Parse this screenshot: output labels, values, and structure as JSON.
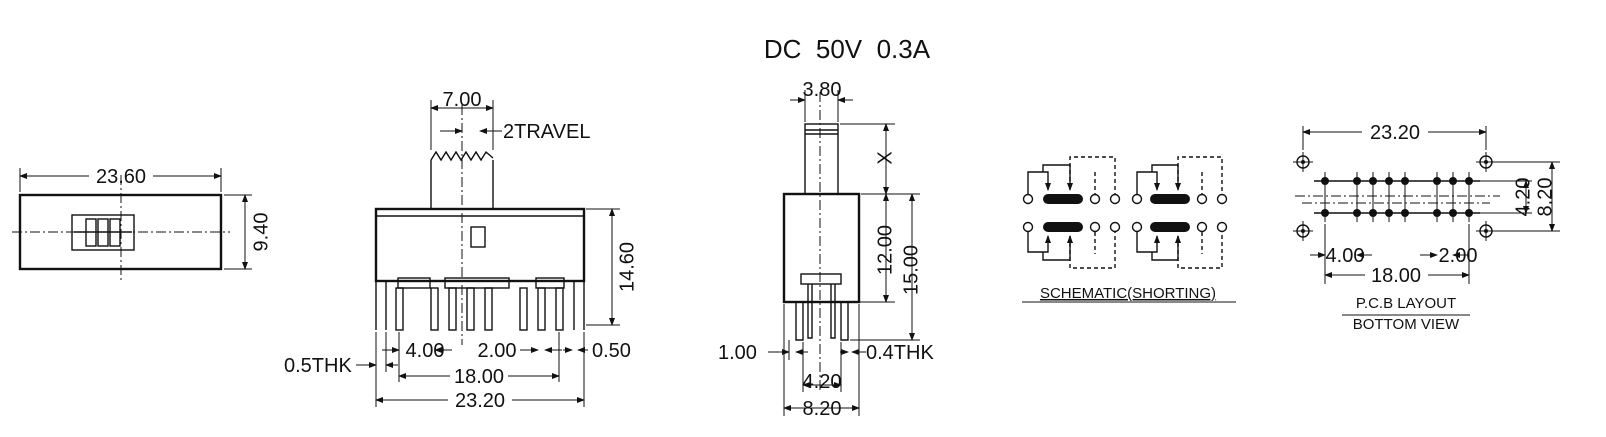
{
  "rating": "DC  50V  0.3A",
  "top_view": {
    "length": "23.60",
    "height": "9.40"
  },
  "front_view": {
    "actuator_width": "7.00",
    "travel": "2TRAVEL",
    "body_height": "14.60",
    "pin_pitch_a": "4.00",
    "pin_pitch_b": "2.00",
    "pin_width": "0.50",
    "thickness": "0.5THK",
    "pin_span": "18.00",
    "overall": "23.20"
  },
  "side_view": {
    "actuator_width": "3.80",
    "actuator_height": "X",
    "body_height": "12.00",
    "total_height": "15.00",
    "pin_width": "1.00",
    "thickness": "0.4THK",
    "pin_span": "4.20",
    "overall": "8.20"
  },
  "schematic": {
    "caption": "SCHEMATIC(SHORTING)"
  },
  "pcb_layout": {
    "length": "23.20",
    "row_pitch": "4.20",
    "overall_width": "8.20",
    "pitch_a": "4.00",
    "pitch_b": "2.00",
    "span": "18.00",
    "caption_line1": "P.C.B LAYOUT",
    "caption_line2": "BOTTOM VIEW"
  }
}
